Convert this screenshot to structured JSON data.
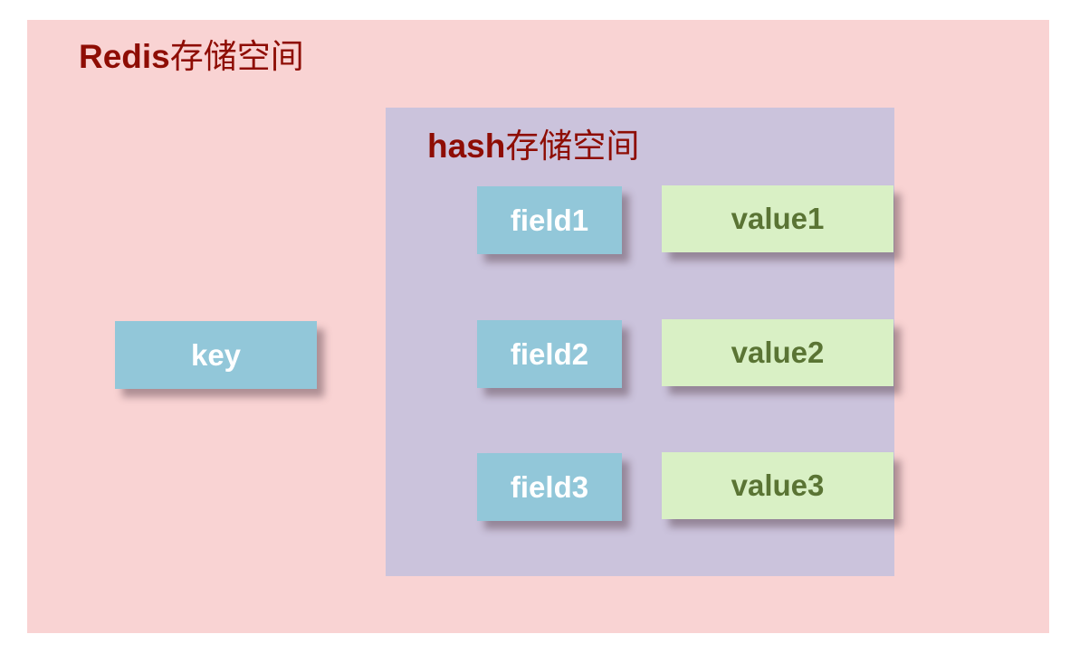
{
  "diagram": {
    "outer_title": {
      "latin": "Redis",
      "cjk": "存储空间"
    },
    "inner_title": {
      "latin": "hash",
      "cjk": "存储空间"
    },
    "key": {
      "label": "key"
    },
    "rows": [
      {
        "field": "field1",
        "value": "value1"
      },
      {
        "field": "field2",
        "value": "value2"
      },
      {
        "field": "field3",
        "value": "value3"
      }
    ],
    "colors": {
      "outer_bg": "#f9d3d3",
      "inner_bg": "#cbc3dc",
      "box_blue": "#92c7d9",
      "box_green": "#d9f0c5",
      "title_red": "#8e0d04",
      "field_text": "#ffffff",
      "value_text": "#5a7434"
    }
  }
}
